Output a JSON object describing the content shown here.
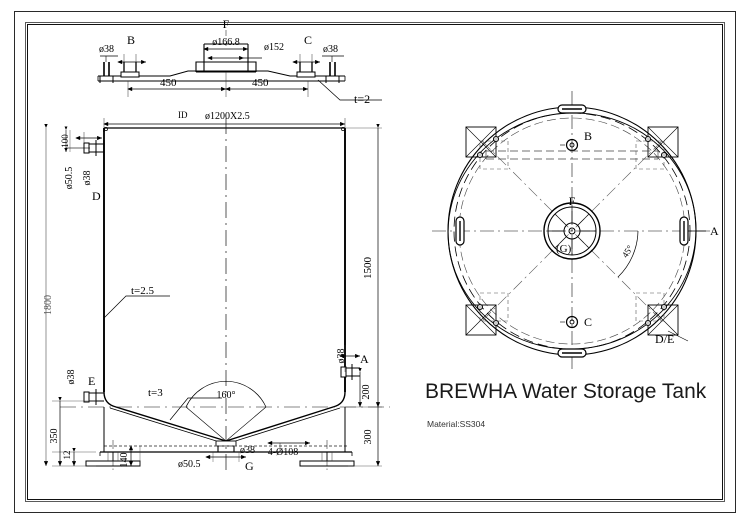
{
  "drawing": {
    "title": "BREWHA Water Storage Tank",
    "material_label": "Material:SS304",
    "views": {
      "top_section": "top-lid-section-view",
      "front_section": "front-section-view",
      "plan": "top-plan-view"
    }
  },
  "lid_view": {
    "callouts": {
      "b": "B",
      "c": "C",
      "f": "F"
    },
    "dims": {
      "nozzle_b_dia": "ø38",
      "nozzle_c_dia": "ø38",
      "manway_outer": "ø166.8",
      "manway_inner": "ø152",
      "left_span": "450",
      "right_span": "450",
      "lid_thickness": "t=2"
    }
  },
  "front_view": {
    "dims": {
      "id_label": "ID",
      "shell_dia": "ø1200X2.5",
      "top_offset": "100",
      "flange_d_outer": "ø50.5",
      "nozzle_d_dia": "ø38",
      "total_height": "1800",
      "shell_height": "1500",
      "shell_thickness": "t=2.5",
      "cone_thickness": "t=3",
      "cone_angle": "160°",
      "nozzle_a_dia": "ø38",
      "nozzle_a_height": "200",
      "leg_height": "300",
      "nozzle_e_dia": "ø38",
      "e_height": "350",
      "base_thk": "12",
      "base_width": "140",
      "drain_flange": "ø50.5",
      "drain_nozzle": "ø38",
      "base_holes": "4-Ø108"
    },
    "callouts": {
      "a": "A",
      "d": "D",
      "e": "E",
      "g": "G"
    }
  },
  "plan_view": {
    "callouts": {
      "a": "A",
      "b": "B",
      "c": "C",
      "f": "F",
      "g": "(G)",
      "de": "D/E"
    },
    "dims": {
      "leg_angle": "45°"
    }
  },
  "colors": {
    "line": "#000000",
    "frame": "#2a2a2a",
    "frame_light": "#5a5a5a",
    "title": "#1a1a1a"
  }
}
